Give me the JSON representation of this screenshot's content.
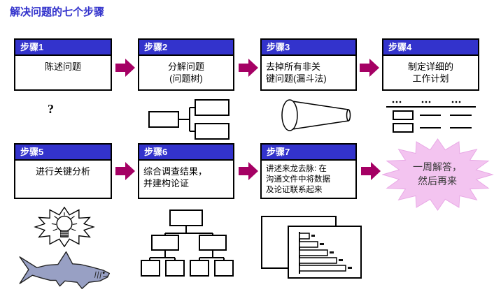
{
  "title": "解决问题的七个步骤",
  "steps": [
    {
      "header": "步骤1",
      "body": "陈述问题"
    },
    {
      "header": "步骤2",
      "body": "分解问题\n(问题树)"
    },
    {
      "header": "步骤3",
      "body": "去掉所有非关\n键问题(漏斗法)"
    },
    {
      "header": "步骤4",
      "body": "制定详细的\n工作计划"
    },
    {
      "header": "步骤5",
      "body": "进行关键分析"
    },
    {
      "header": "步骤6",
      "body": "综合调查结果，\n并建构论证"
    },
    {
      "header": "步骤7",
      "body": "讲述来龙去脉: 在\n沟通文件中将数据\n及论证联系起来"
    }
  ],
  "question_mark": "?",
  "result_burst": {
    "text": "一周解答，\n然后再来"
  },
  "icons": {
    "step2": "issue-tree-icon",
    "step3": "funnel-megaphone-icon",
    "step4": "workplan-table-icon",
    "step5a": "lightbulb-burst-icon",
    "step5b": "shark-icon",
    "step6": "logic-tree-icon",
    "step7": "bar-chart-pages-icon"
  },
  "colors": {
    "title": "#3333cc",
    "step_header_bg": "#3333cc",
    "step_header_text": "#ffffff",
    "arrow": "#a50064",
    "burst_fill": "#f3c4f0",
    "burst_stroke": "#e8a8e5",
    "shark": "#98a0c4"
  }
}
